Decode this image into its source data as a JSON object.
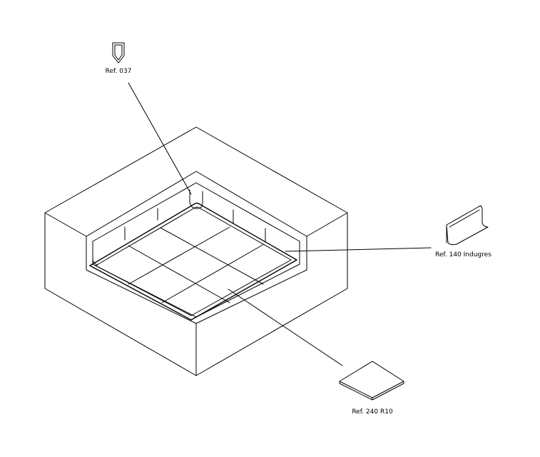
{
  "labels": {
    "ref_037": "Ref. 037",
    "ref_140": "Ref. 140 Indugres",
    "ref_240": "Ref. 240 R10"
  },
  "colors": {
    "line": "#000000",
    "background": "#ffffff"
  }
}
